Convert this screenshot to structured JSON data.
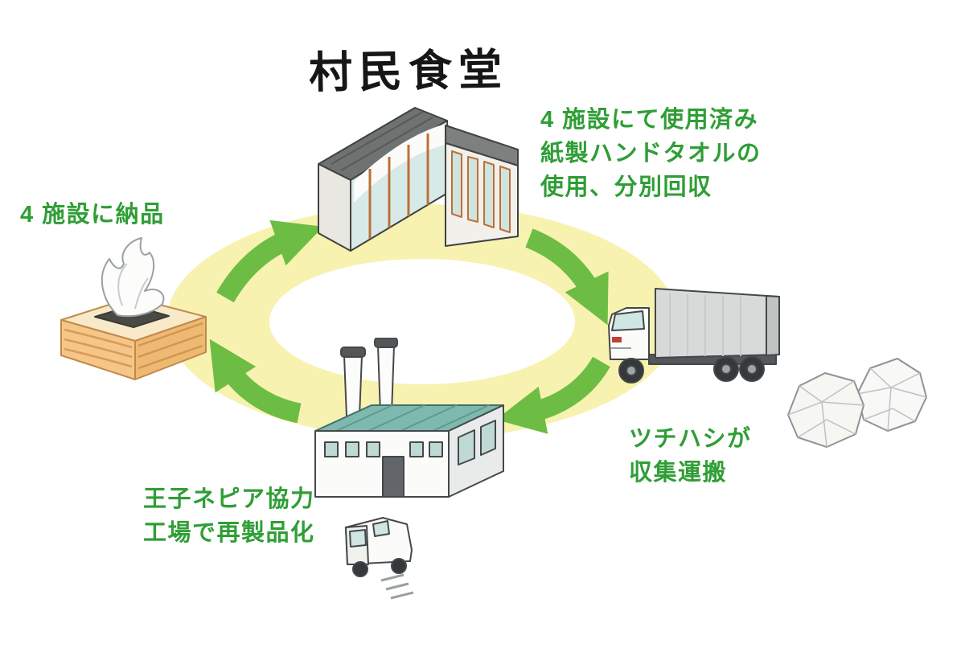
{
  "title": "村民食堂",
  "steps": [
    {
      "id": "collect",
      "position": "top-right",
      "text": "4 施設にて使用済み\n紙製ハンドタオルの\n使用、分別回収"
    },
    {
      "id": "transport",
      "position": "bottom-right",
      "text": "ツチハシが\n収集運搬"
    },
    {
      "id": "remanufacture",
      "position": "bottom-left",
      "text": "王子ネピア協力\n工場で再製品化"
    },
    {
      "id": "deliver",
      "position": "left",
      "text": "4 施設に納品"
    }
  ],
  "nodes": [
    {
      "id": "restaurant",
      "icon": "restaurant-building-illustration",
      "label": "村民食堂"
    },
    {
      "id": "truck",
      "icon": "collection-truck-illustration"
    },
    {
      "id": "used-paper",
      "icon": "crumpled-paper-illustration"
    },
    {
      "id": "factory",
      "icon": "recycling-factory-illustration"
    },
    {
      "id": "van",
      "icon": "delivery-van-illustration"
    },
    {
      "id": "tissue-box",
      "icon": "paper-towel-box-illustration"
    }
  ],
  "cycle": {
    "direction": "clockwise",
    "arrows": [
      {
        "from": "restaurant",
        "to": "truck"
      },
      {
        "from": "truck",
        "to": "factory"
      },
      {
        "from": "factory",
        "to": "tissue-box"
      },
      {
        "from": "tissue-box",
        "to": "restaurant"
      }
    ]
  },
  "colors": {
    "label_green": "#2f9e36",
    "arrow_green": "#6dbd45",
    "ring_yellow": "#f8f2b0",
    "box_orange": "#f5c688",
    "roof_teal": "#7fb8af",
    "glass_teal": "#d8eae7",
    "frame_orange": "#bd7038",
    "building_gray": "#6e7271",
    "ink": "#1c1c1c"
  }
}
